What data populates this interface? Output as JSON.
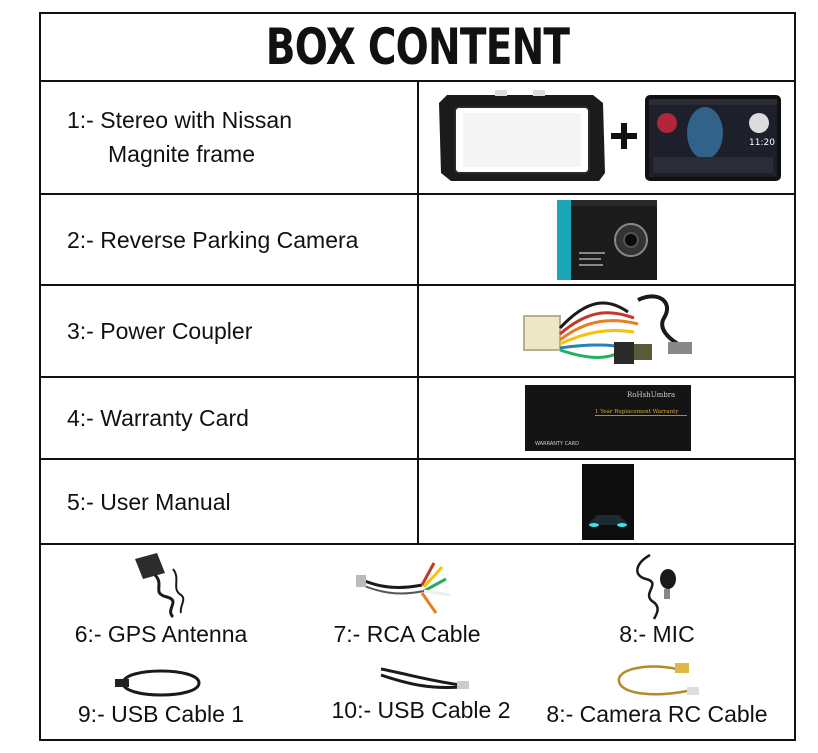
{
  "title": "BOX CONTENT",
  "items": [
    {
      "label_line1": "1:- Stereo with Nissan",
      "label_line2": "Magnite frame",
      "image": "stereo-with-frame"
    },
    {
      "label": "2:- Reverse Parking Camera",
      "image": "camera-box"
    },
    {
      "label": "3:- Power Coupler",
      "image": "power-coupler"
    },
    {
      "label": "4:- Warranty Card",
      "image": "warranty-card"
    },
    {
      "label": "5:- User Manual",
      "image": "user-manual"
    }
  ],
  "warranty_card": {
    "brand": "RoHshUmbra",
    "line": "1 Year Replacement Warranty",
    "footer": "WARRANTY CARD"
  },
  "stereo_screen": {
    "time": "11:20"
  },
  "accessories": [
    {
      "label": "6:- GPS Antenna",
      "image": "gps-antenna"
    },
    {
      "label": "7:- RCA Cable",
      "image": "rca-cable"
    },
    {
      "label": "8:- MIC",
      "image": "mic"
    },
    {
      "label": "9:- USB Cable 1",
      "image": "usb-cable"
    },
    {
      "label": "10:- USB Cable 2",
      "image": "usb-cable"
    },
    {
      "label": "8:- Camera RC Cable",
      "image": "camera-rc-cable"
    }
  ],
  "colors": {
    "border": "#111111",
    "text": "#111111",
    "background": "#ffffff"
  }
}
